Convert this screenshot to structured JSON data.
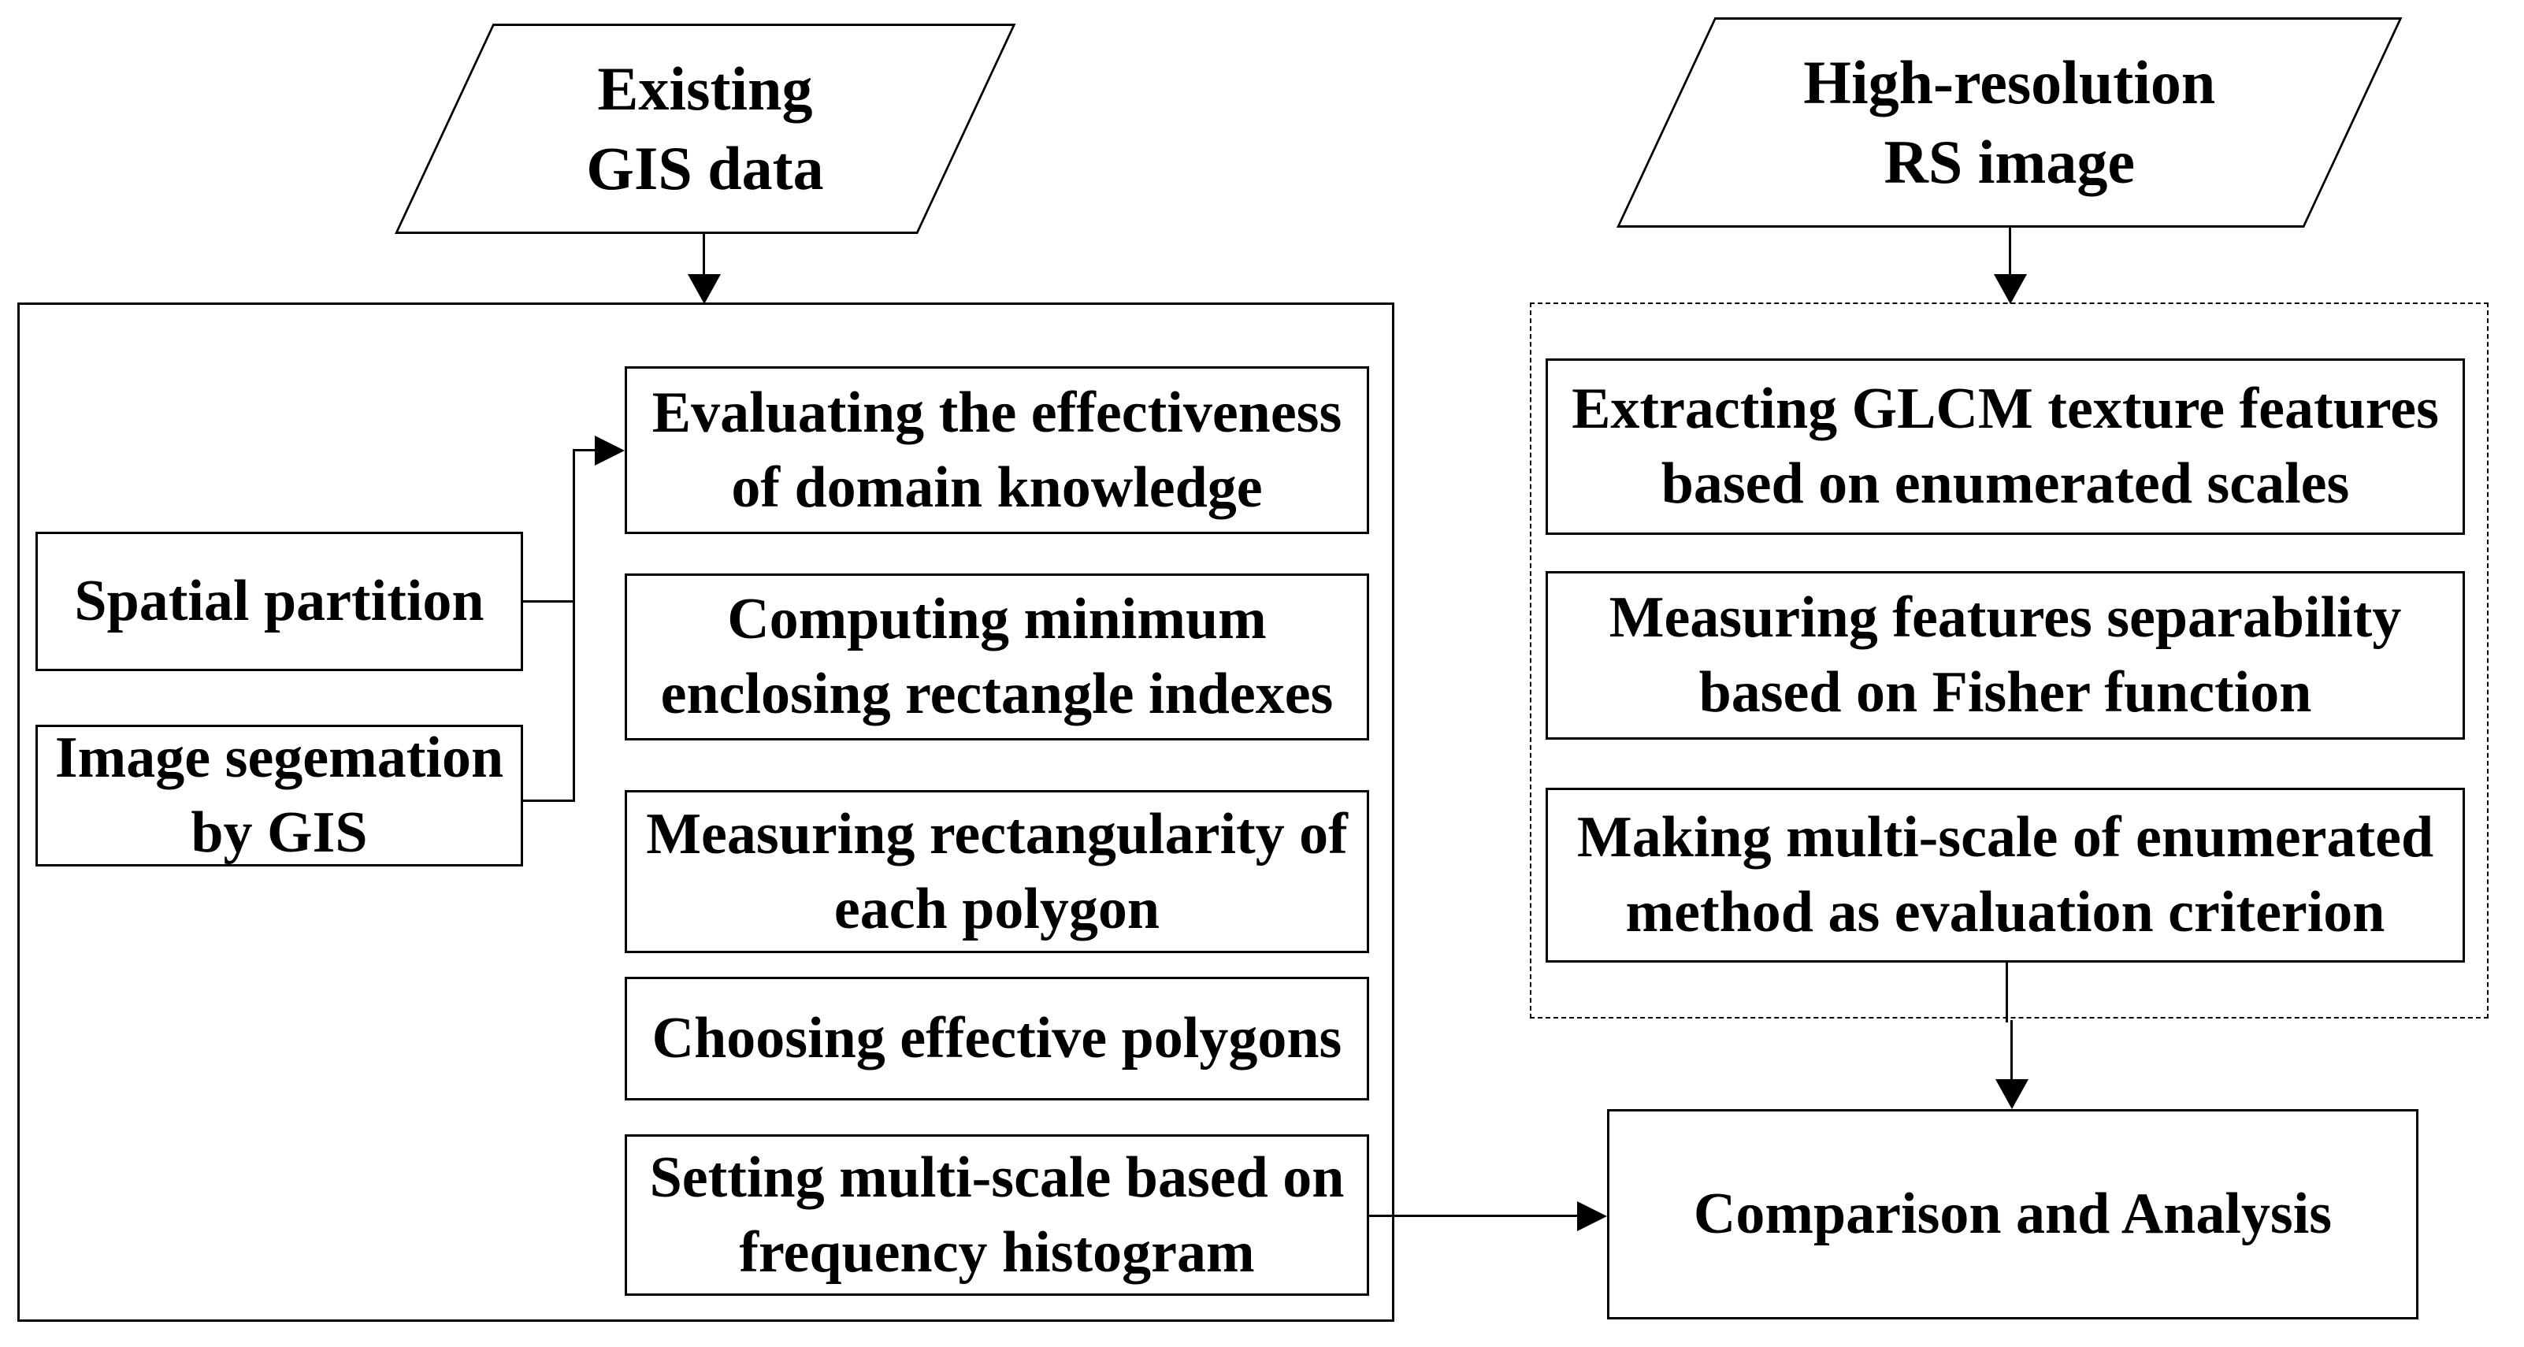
{
  "colors": {
    "line": "#000000",
    "text": "#000000",
    "background": "#ffffff"
  },
  "nodes": {
    "existing_gis": {
      "lines": [
        "Existing",
        "GIS data"
      ],
      "shape": "parallelogram"
    },
    "high_res_rs": {
      "lines": [
        "High-resolution",
        "RS image"
      ],
      "shape": "parallelogram"
    },
    "spatial_partition": {
      "lines": [
        "Spatial partition"
      ],
      "shape": "rect"
    },
    "image_segmentation": {
      "lines": [
        "Image segemation",
        "by GIS"
      ],
      "shape": "rect"
    },
    "evaluating": {
      "lines": [
        "Evaluating the effectiveness",
        "of domain knowledge"
      ],
      "shape": "rect"
    },
    "computing": {
      "lines": [
        "Computing minimum",
        "enclosing rectangle indexes"
      ],
      "shape": "rect"
    },
    "measuring_rect": {
      "lines": [
        "Measuring rectangularity of",
        "each polygon"
      ],
      "shape": "rect"
    },
    "choosing": {
      "lines": [
        "Choosing effective polygons"
      ],
      "shape": "rect"
    },
    "setting": {
      "lines": [
        "Setting multi-scale based on",
        "frequency histogram"
      ],
      "shape": "rect"
    },
    "extracting": {
      "lines": [
        "Extracting GLCM texture features",
        "based on enumerated scales"
      ],
      "shape": "rect"
    },
    "separability": {
      "lines": [
        "Measuring features separability",
        "based on Fisher function"
      ],
      "shape": "rect"
    },
    "making": {
      "lines": [
        "Making multi-scale of enumerated",
        "method as evaluation criterion"
      ],
      "shape": "rect"
    },
    "comparison": {
      "lines": [
        "Comparison and Analysis"
      ],
      "shape": "rect"
    }
  },
  "edges": [
    {
      "from": "existing_gis",
      "to": "left-process-group",
      "type": "arrow-down"
    },
    {
      "from": "high_res_rs",
      "to": "right-process-group",
      "type": "arrow-down"
    },
    {
      "from": "spatial_partition",
      "to": "evaluating",
      "type": "arrow-right"
    },
    {
      "from": "image_segmentation",
      "to": "evaluating",
      "type": "arrow-right"
    },
    {
      "from": "setting",
      "to": "comparison",
      "type": "arrow-right"
    },
    {
      "from": "making",
      "to": "comparison",
      "type": "arrow-down"
    }
  ]
}
